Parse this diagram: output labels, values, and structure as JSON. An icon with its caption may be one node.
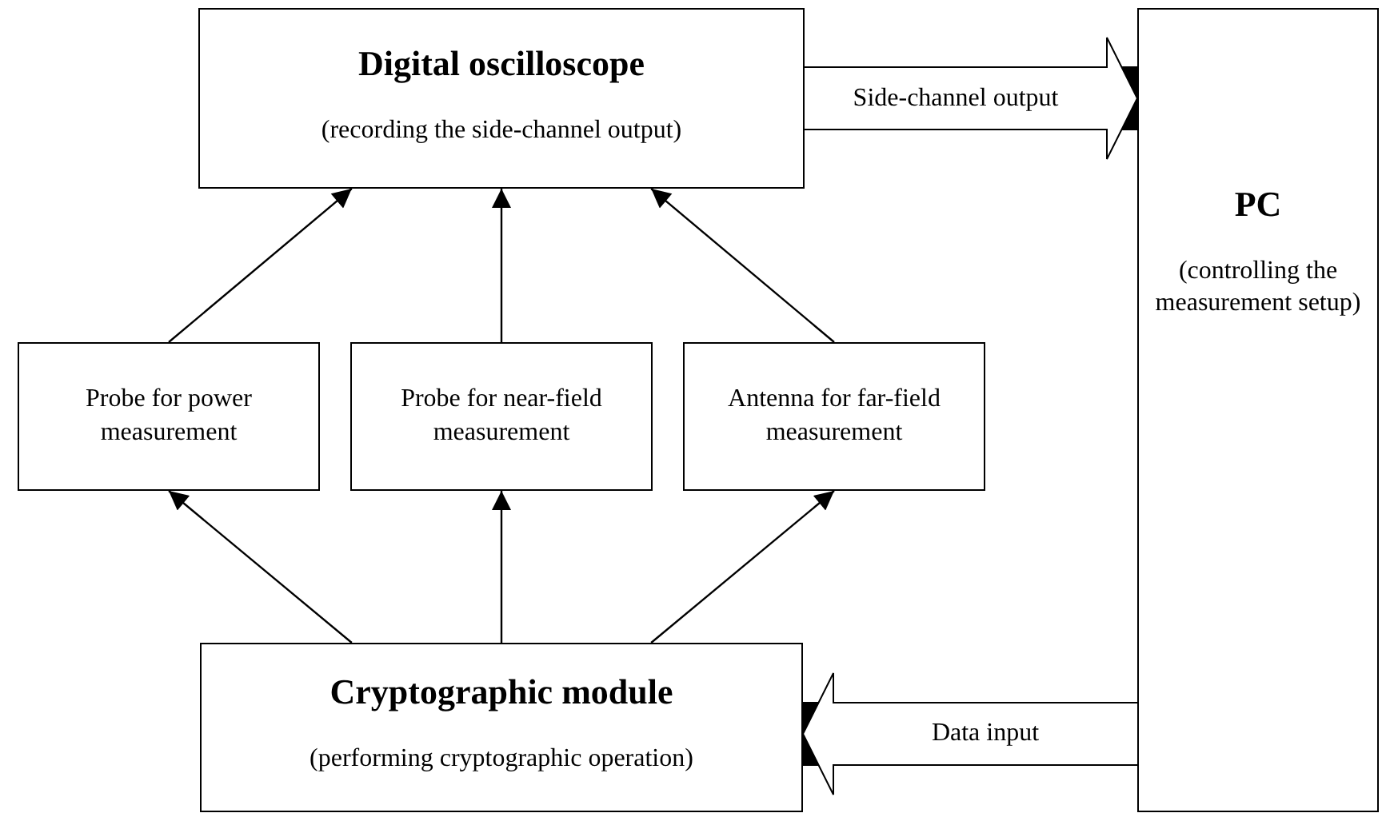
{
  "diagram": {
    "nodes": [
      {
        "text": [
          "Digital oscilloscope",
          "(recording the side-channel output)"
        ]
      },
      {
        "text": [
          "PC",
          "(controlling the measurement setup)"
        ]
      },
      {
        "text": [
          "Probe for power measurement"
        ]
      },
      {
        "text": [
          "Probe for near-field measurement"
        ]
      },
      {
        "text": [
          "Antenna for far-field measurement"
        ]
      },
      {
        "text": [
          "Cryptographic module",
          "(performing cryptographic operation)"
        ]
      }
    ],
    "edges": [
      {
        "from": 0,
        "to": 1,
        "arrow": "to",
        "label": "Side-channel output",
        "style": "thick"
      },
      {
        "from": 2,
        "to": 0,
        "arrow": "to"
      },
      {
        "from": 3,
        "to": 0,
        "arrow": "to"
      },
      {
        "from": 4,
        "to": 0,
        "arrow": "to"
      },
      {
        "from": 5,
        "to": 2,
        "arrow": "to"
      },
      {
        "from": 5,
        "to": 3,
        "arrow": "to"
      },
      {
        "from": 5,
        "to": 4,
        "arrow": "to"
      },
      {
        "from": 1,
        "to": 5,
        "arrow": "to",
        "label": "Data input",
        "style": "thick"
      }
    ]
  }
}
